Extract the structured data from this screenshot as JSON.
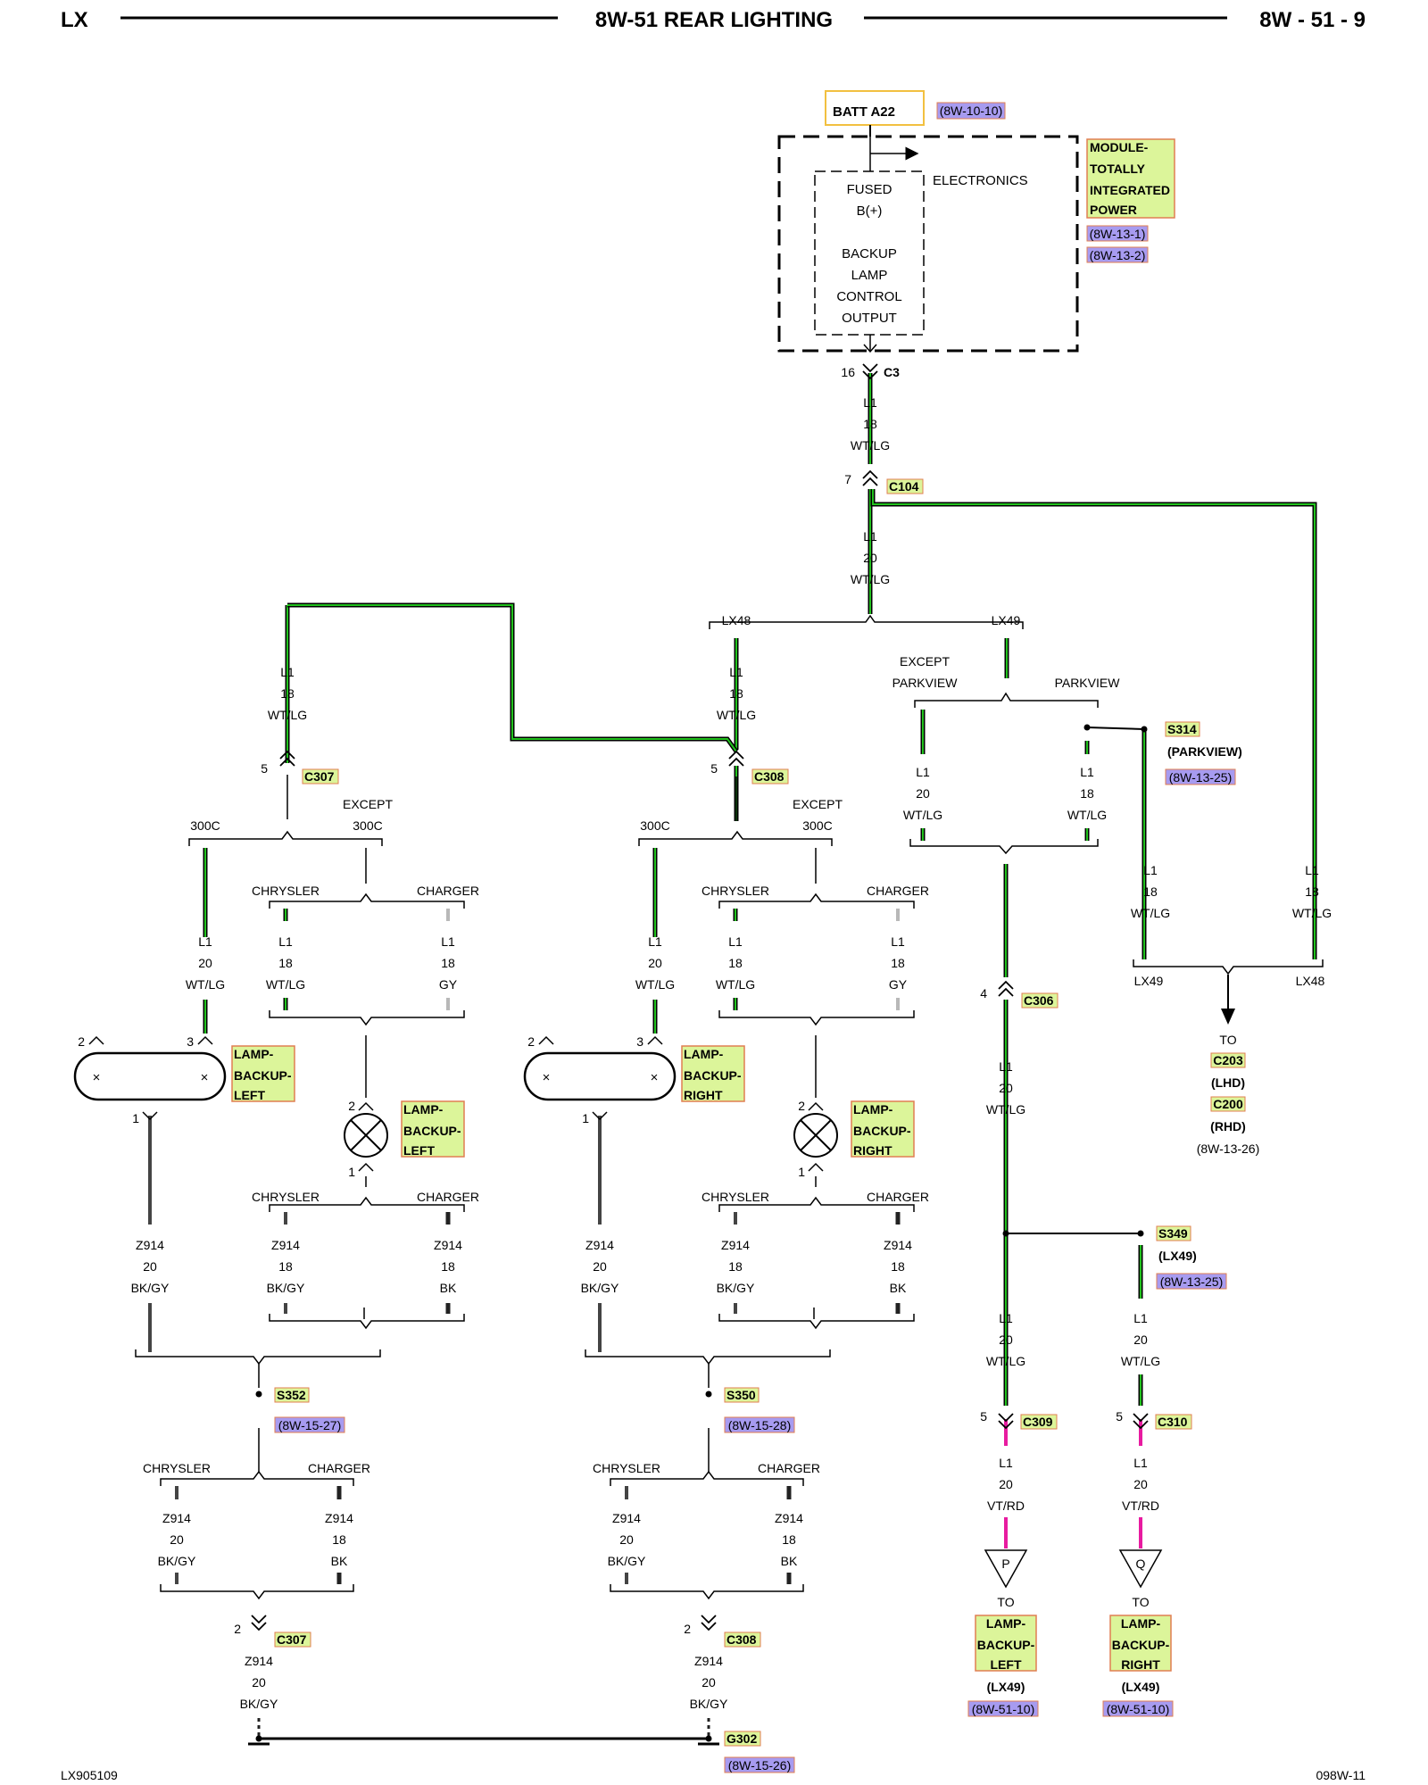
{
  "header": {
    "left": "LX",
    "title": "8W-51 REAR LIGHTING",
    "right": "8W - 51 - 9"
  },
  "footer": {
    "left": "LX905109",
    "right": "098W-11"
  },
  "colors": {
    "wire_green": "#22c21e",
    "wire_black": "#000000",
    "wire_gray": "#b8b8b8",
    "wire_magenta": "#e81ba0",
    "comp_fill": "#dcf59a",
    "comp_border": "#e07f52",
    "ref_fill": "#a79bf0",
    "batt_border": "#f2c040"
  },
  "batt": {
    "label": "BATT A22",
    "ref": "(8W-10-10)"
  },
  "module": {
    "name_lines": [
      "MODULE-",
      "TOTALLY",
      "INTEGRATED",
      "POWER"
    ],
    "refs": [
      "(8W-13-1)",
      "(8W-13-2)"
    ],
    "electronics": "ELECTRONICS",
    "inner_lines": [
      "FUSED",
      "B(+)",
      "",
      "BACKUP",
      "LAMP",
      "CONTROL",
      "OUTPUT"
    ]
  },
  "connectors": {
    "c3": {
      "pin": "16",
      "name": "C3"
    },
    "c104": {
      "pin": "7",
      "name": "C104"
    },
    "c307a": {
      "pin": "5",
      "name": "C307"
    },
    "c308a": {
      "pin": "5",
      "name": "C308"
    },
    "c306": {
      "pin": "4",
      "name": "C306"
    },
    "c309": {
      "pin": "5",
      "name": "C309"
    },
    "c310": {
      "pin": "5",
      "name": "C310"
    },
    "c307b": {
      "pin": "2",
      "name": "C307"
    },
    "c308b": {
      "pin": "2",
      "name": "C308"
    }
  },
  "wires": {
    "w_top1": [
      "L1",
      "18",
      "WT/LG"
    ],
    "w_top2": [
      "L1",
      "20",
      "WT/LG"
    ],
    "w_left_top": [
      "L1",
      "18",
      "WT/LG"
    ],
    "w_mid_top": [
      "L1",
      "18",
      "WT/LG"
    ],
    "w_300c_l": [
      "L1",
      "20",
      "WT/LG"
    ],
    "w_chr_l": [
      "L1",
      "18",
      "WT/LG"
    ],
    "w_chg_l": [
      "L1",
      "18",
      "GY"
    ],
    "w_300c_r": [
      "L1",
      "20",
      "WT/LG"
    ],
    "w_chr_r": [
      "L1",
      "18",
      "WT/LG"
    ],
    "w_chg_r": [
      "L1",
      "18",
      "GY"
    ],
    "w_exc_pv": [
      "L1",
      "20",
      "WT/LG"
    ],
    "w_pv": [
      "L1",
      "18",
      "WT/LG"
    ],
    "w_s314": [
      "L1",
      "18",
      "WT/LG"
    ],
    "w_far": [
      "L1",
      "18",
      "WT/LG"
    ],
    "w_c306": [
      "L1",
      "20",
      "WT/LG"
    ],
    "w_s349a": [
      "L1",
      "20",
      "WT/LG"
    ],
    "w_s349b": [
      "L1",
      "20",
      "WT/LG"
    ],
    "w_c309": [
      "L1",
      "20",
      "VT/RD"
    ],
    "w_c310": [
      "L1",
      "20",
      "VT/RD"
    ],
    "g_l1": [
      "Z914",
      "20",
      "BK/GY"
    ],
    "g_l2": [
      "Z914",
      "18",
      "BK/GY"
    ],
    "g_l3": [
      "Z914",
      "18",
      "BK"
    ],
    "g_r1": [
      "Z914",
      "20",
      "BK/GY"
    ],
    "g_r2": [
      "Z914",
      "18",
      "BK/GY"
    ],
    "g_r3": [
      "Z914",
      "18",
      "BK"
    ],
    "g_l4": [
      "Z914",
      "20",
      "BK/GY"
    ],
    "g_l5": [
      "Z914",
      "18",
      "BK"
    ],
    "g_r4": [
      "Z914",
      "20",
      "BK/GY"
    ],
    "g_r5": [
      "Z914",
      "18",
      "BK"
    ],
    "g_l6": [
      "Z914",
      "20",
      "BK/GY"
    ],
    "g_r6": [
      "Z914",
      "20",
      "BK/GY"
    ]
  },
  "options": {
    "lx48": "LX48",
    "lx49": "LX49",
    "except_parkview": [
      "EXCEPT",
      "PARKVIEW"
    ],
    "parkview": "PARKVIEW",
    "c300": "300C",
    "except_300c": [
      "EXCEPT",
      "300C"
    ],
    "chrysler": "CHRYSLER",
    "charger": "CHARGER"
  },
  "splices": {
    "s314": {
      "name": "S314",
      "sub": "(PARKVIEW)",
      "ref": "(8W-13-25)"
    },
    "s349": {
      "name": "S349",
      "sub": "(LX49)",
      "ref": "(8W-13-25)"
    },
    "s352": {
      "name": "S352",
      "ref": "(8W-15-27)"
    },
    "s350": {
      "name": "S350",
      "ref": "(8W-15-28)"
    },
    "g302": {
      "name": "G302",
      "ref": "(8W-15-26)"
    }
  },
  "to_block": {
    "to": "TO",
    "c203": "C203",
    "lhd": "(LHD)",
    "c200": "C200",
    "rhd": "(RHD)",
    "ref": "(8W-13-26)"
  },
  "lamps": {
    "left_main": {
      "name_lines": [
        "LAMP-",
        "BACKUP-",
        "LEFT"
      ],
      "pin_a": "2",
      "pin_b": "3",
      "pin_g": "1"
    },
    "right_main": {
      "name_lines": [
        "LAMP-",
        "BACKUP-",
        "RIGHT"
      ],
      "pin_a": "2",
      "pin_b": "3",
      "pin_g": "1"
    },
    "left_bulb": {
      "name_lines": [
        "LAMP-",
        "BACKUP-",
        "LEFT"
      ],
      "pin_a": "2",
      "pin_g": "1"
    },
    "right_bulb": {
      "name_lines": [
        "LAMP-",
        "BACKUP-",
        "RIGHT"
      ],
      "pin_a": "2",
      "pin_g": "1"
    }
  },
  "refs_out": {
    "p": {
      "letter": "P",
      "to": "TO",
      "name_lines": [
        "LAMP-",
        "BACKUP-",
        "LEFT"
      ],
      "sub": "(LX49)",
      "ref": "(8W-51-10)"
    },
    "q": {
      "letter": "Q",
      "to": "TO",
      "name_lines": [
        "LAMP-",
        "BACKUP-",
        "RIGHT"
      ],
      "sub": "(LX49)",
      "ref": "(8W-51-10)"
    }
  }
}
